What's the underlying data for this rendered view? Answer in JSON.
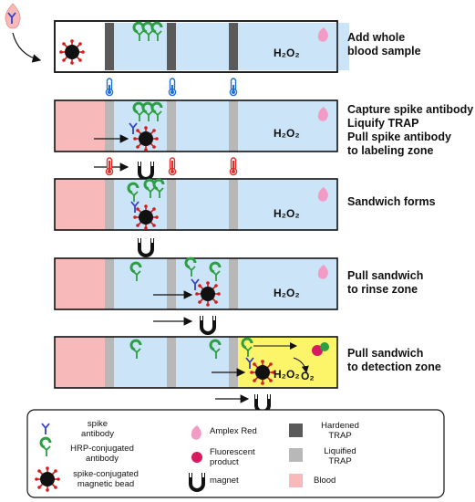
{
  "steps": [
    {
      "label": "Add whole\nblood sample",
      "reagent": "H₂O₂"
    },
    {
      "label": "Capture spike antibody\nLiquify TRAP\nPull spike antibody\nto labeling zone",
      "reagent": "H₂O₂"
    },
    {
      "label": "Sandwich forms",
      "reagent": "H₂O₂"
    },
    {
      "label": "Pull sandwich\nto rinse zone",
      "reagent": "H₂O₂"
    },
    {
      "label": "Pull sandwich\nto detection zone",
      "reagent": "H₂O₂",
      "product": "O₂"
    }
  ],
  "legend": {
    "spike_antibody": "spike\nantibody",
    "hrp_antibody": "HRP-conjugated\nantibody",
    "magnetic_bead": "spike-conjugated\nmagnetic bead",
    "amplex_red": "Amplex Red",
    "fluorescent_product": "Fluorescent\nproduct",
    "magnet": "magnet",
    "hardened_trap": "Hardened\nTRAP",
    "liquified_trap": "Liquified\nTRAP",
    "blood": "Blood"
  },
  "colors": {
    "channel": "#cce4f7",
    "blood": "#f7b9b9",
    "hardened_trap": "#5a5a5a",
    "liquified_trap": "#b8b8b8",
    "detection": "#fcf56a",
    "amplex_red": "#f29bc4",
    "fluorescent": "#d81b60",
    "hrp": "#2e9e44",
    "spike": "#3540c8",
    "bead": "#111111",
    "bead_spike": "#d41c1c",
    "thermo_cold": "#1e6fd9",
    "thermo_hot": "#e0302b"
  }
}
